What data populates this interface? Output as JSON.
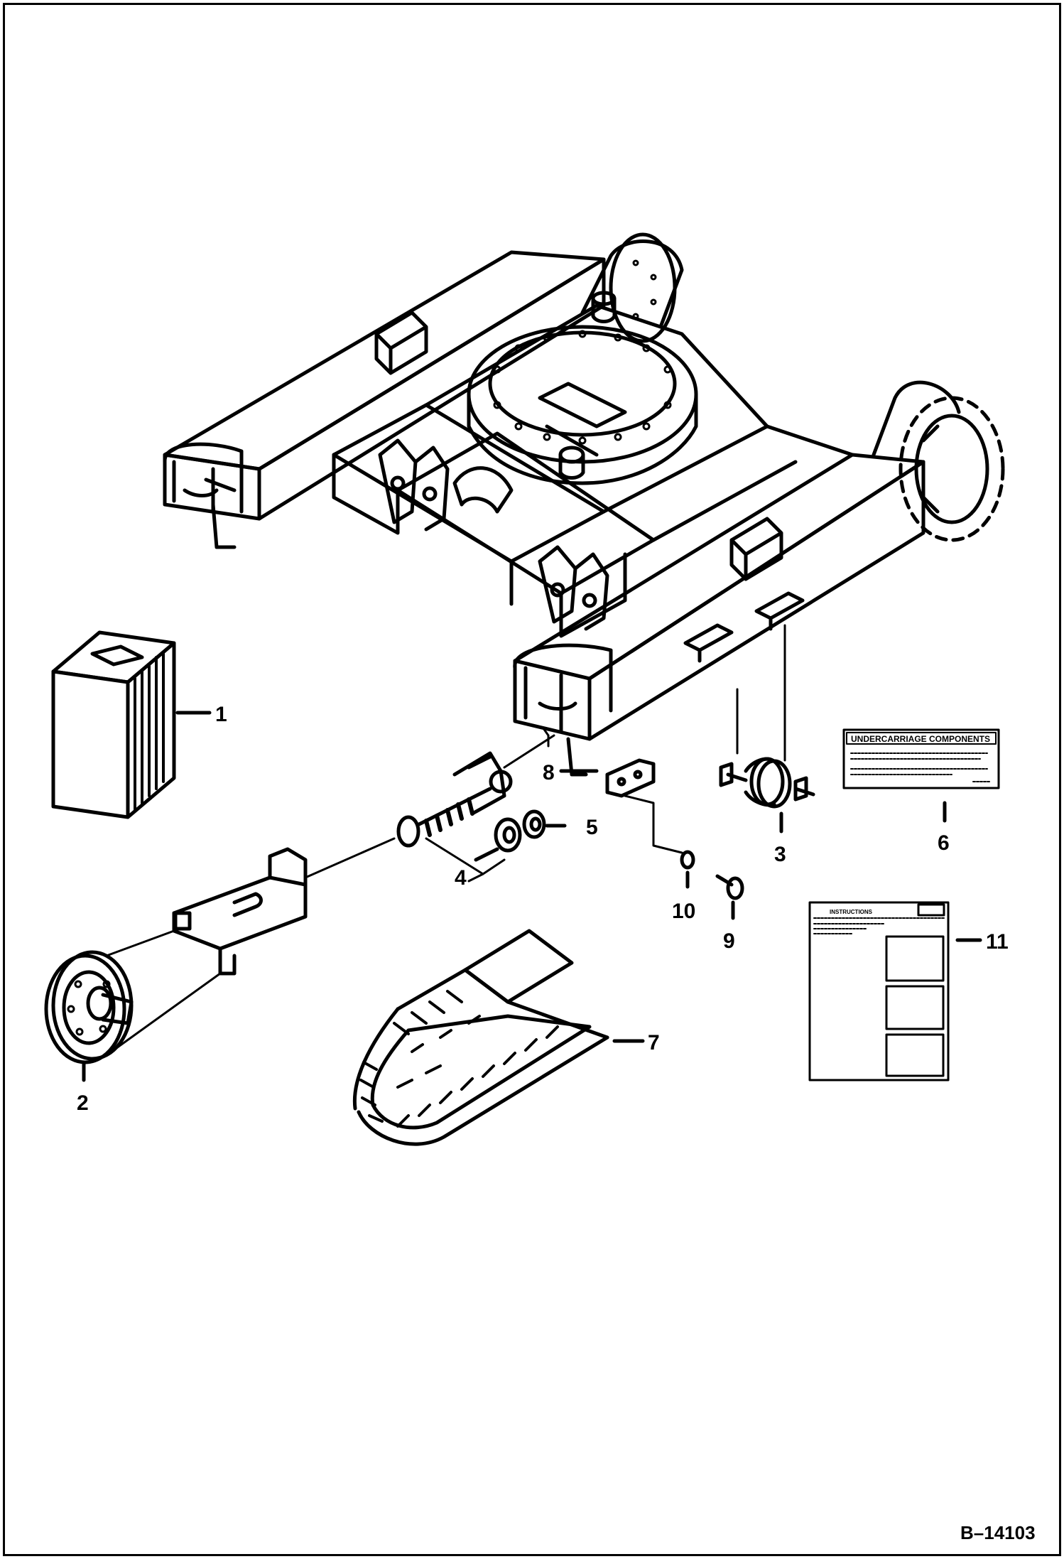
{
  "callouts": {
    "c1": "1",
    "c2": "2",
    "c3": "3",
    "c4": "4",
    "c5": "5",
    "c6": "6",
    "c7": "7",
    "c8": "8",
    "c9": "9",
    "c10": "10",
    "c11": "11"
  },
  "decal_6": {
    "title": "UNDERCARRIAGE COMPONENTS"
  },
  "decal_11": {
    "title": "INSTRUCTIONS"
  },
  "reference_number": "B–14103"
}
